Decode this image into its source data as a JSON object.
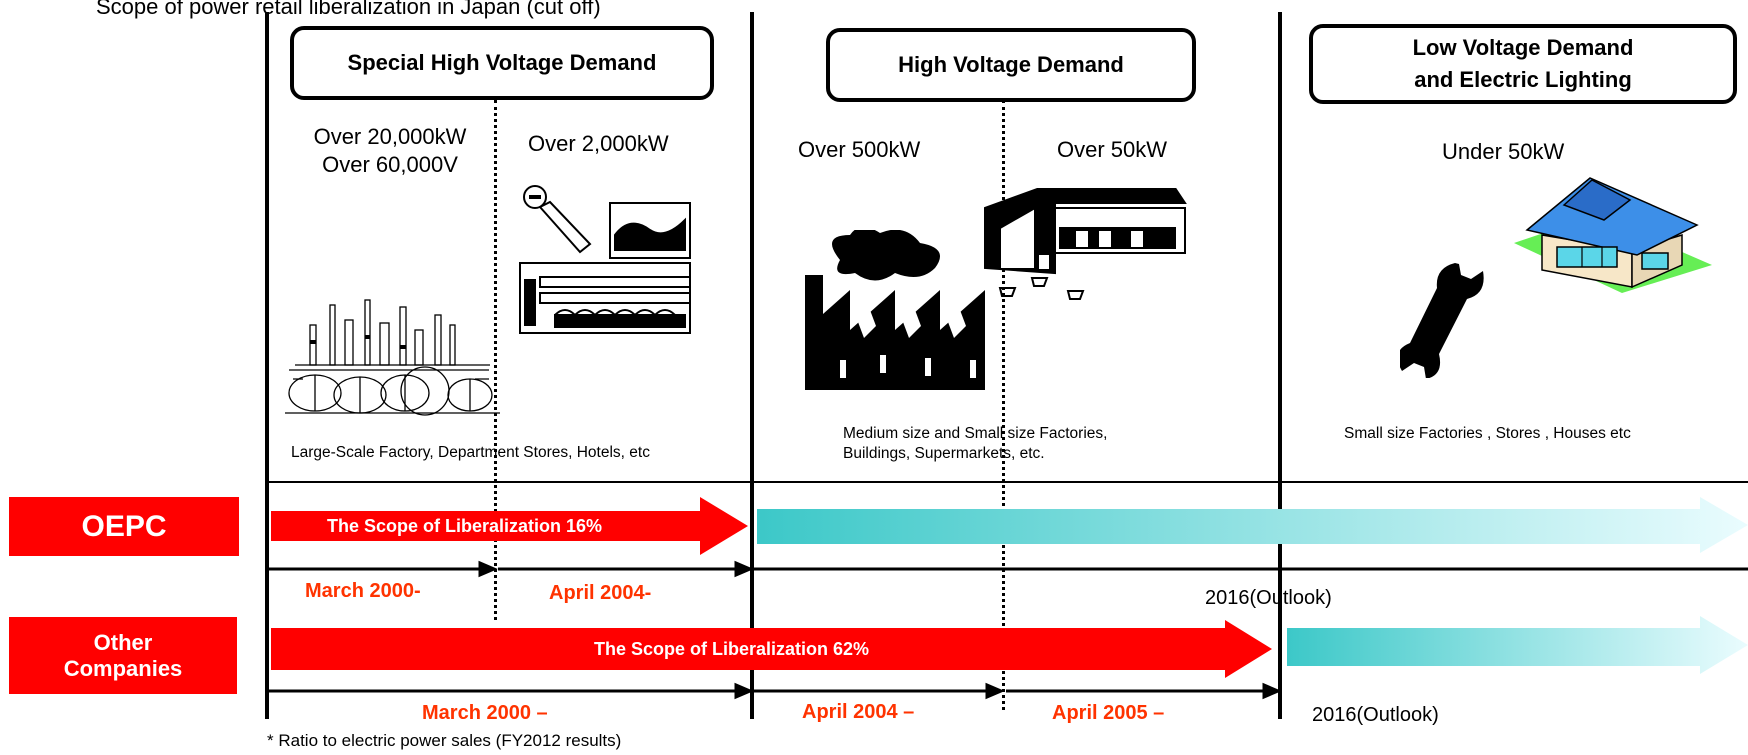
{
  "top_text": "Scope of power retail liberalization in Japan (cut off)",
  "categories": {
    "special": "Special High Voltage Demand",
    "high": "High Voltage Demand",
    "low_line1": "Low Voltage Demand",
    "low_line2": "and Electric Lighting"
  },
  "thresholds": {
    "t1_line1": "Over 20,000kW",
    "t1_line2": "Over 60,000V",
    "t2": "Over 2,000kW",
    "t3": "Over 500kW",
    "t4": "Over 50kW",
    "t5": "Under 50kW"
  },
  "descriptions": {
    "d1": "Large-Scale Factory, Department Stores, Hotels, etc",
    "d2_line1": "Medium size and Small size Factories,",
    "d2_line2": "Buildings, Supermarkets, etc.",
    "d3": "Small size Factories , Stores ,  Houses  etc"
  },
  "rows": {
    "oepc": {
      "label": "OEPC",
      "arrow_text": "The Scope of  Liberalization 16%",
      "date1": "March  2000-",
      "date2": "April  2004-",
      "outlook": "2016(Outlook)"
    },
    "other": {
      "label_line1": "Other",
      "label_line2": "Companies",
      "arrow_text": "The Scope of  Liberalization  62%",
      "date1": "March  2000 –",
      "date2": "April  2004 –",
      "date3": "April  2005 –",
      "outlook": "2016(Outlook)"
    }
  },
  "footnote": "* Ratio to electric power sales (FY2012 results)",
  "colors": {
    "red": "#ff0000",
    "date_red": "#ff3300",
    "teal_start": "#3cc8c8",
    "teal_end": "#eafcfe"
  },
  "icons": [
    "refinery-icon",
    "department-store-icon",
    "factory-icon",
    "supermarket-icon",
    "wrench-icon",
    "house-icon"
  ]
}
